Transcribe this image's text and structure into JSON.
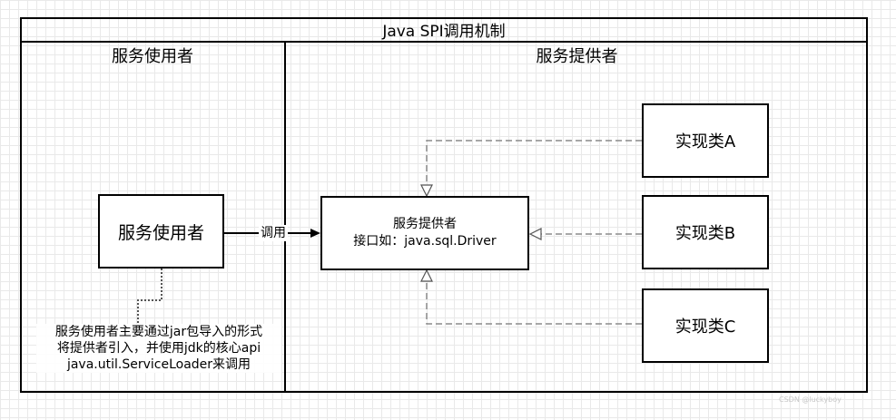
{
  "diagram": {
    "title": "Java SPI调用机制",
    "lanes": {
      "user": "服务使用者",
      "provider": "服务提供者"
    },
    "nodes": {
      "user_box": "服务使用者",
      "provider_box": {
        "line1": "服务提供者",
        "line2": "接口如：java.sql.Driver"
      },
      "impl_a": "实现类A",
      "impl_b": "实现类B",
      "impl_c": "实现类C"
    },
    "edges": {
      "call_label": "调用"
    },
    "note": {
      "line1": "服务使用者主要通过jar包导入的形式",
      "line2": "将提供者引入，并使用jdk的核心api",
      "line3": "java.util.ServiceLoader来调用"
    },
    "watermark": "CSDN @luckyboy"
  }
}
